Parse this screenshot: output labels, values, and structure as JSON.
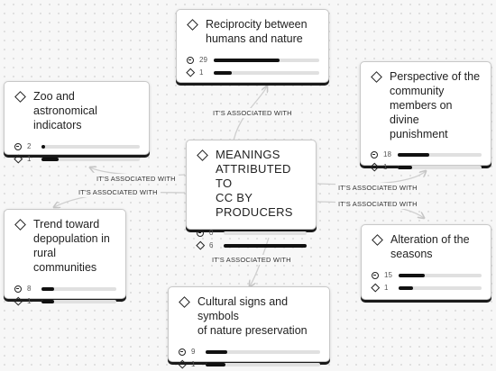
{
  "edge_label": "IT'S ASSOCIATED WITH",
  "cards": {
    "center": {
      "title_lines": [
        "MEANINGS",
        "ATTRIBUTED TO",
        "CC BY PRODUCERS"
      ],
      "row1": {
        "value": "0",
        "level": 0.0
      },
      "row2": {
        "value": "6",
        "level": 1.0
      }
    },
    "top": {
      "title_lines": [
        "Reciprocity between",
        "humans and nature"
      ],
      "row1": {
        "value": "29",
        "level": 0.62
      },
      "row2": {
        "value": "1",
        "level": 0.17
      }
    },
    "zoo": {
      "title_lines": [
        "Zoo and astronomical",
        "indicators"
      ],
      "row1": {
        "value": "2",
        "level": 0.04
      },
      "row2": {
        "value": "1",
        "level": 0.17
      }
    },
    "perspective": {
      "title_lines": [
        "Perspective of the",
        "community",
        "members on divine",
        "punishment"
      ],
      "row1": {
        "value": "18",
        "level": 0.38
      },
      "row2": {
        "value": "1",
        "level": 0.17
      }
    },
    "trend": {
      "title_lines": [
        "Trend toward",
        "depopulation in",
        "rural communities"
      ],
      "row1": {
        "value": "8",
        "level": 0.17
      },
      "row2": {
        "value": "1",
        "level": 0.17
      }
    },
    "alteration": {
      "title_lines": [
        "Alteration of the",
        "seasons"
      ],
      "row1": {
        "value": "15",
        "level": 0.32
      },
      "row2": {
        "value": "1",
        "level": 0.17
      }
    },
    "cultural": {
      "title_lines": [
        "Cultural signs and symbols",
        "of nature preservation"
      ],
      "row1": {
        "value": "9",
        "level": 0.19
      },
      "row2": {
        "value": "1",
        "level": 0.17
      }
    }
  },
  "icons": {
    "row1": "comment-icon",
    "row2": "diamond-icon",
    "title": "diamond-icon"
  }
}
